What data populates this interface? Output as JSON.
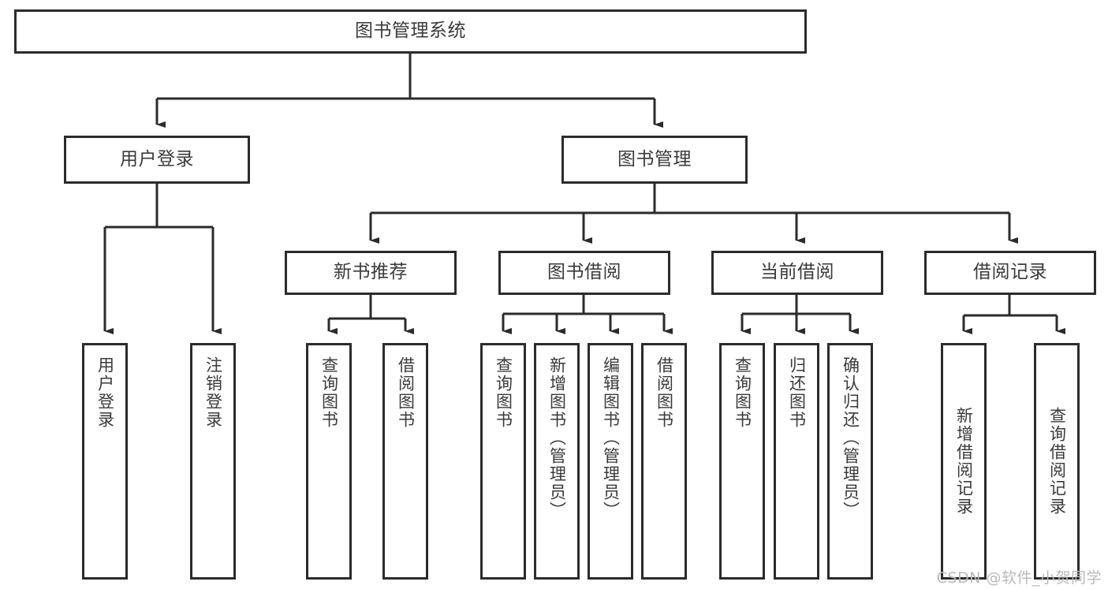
{
  "diagram": {
    "type": "tree",
    "orientation": "top-down",
    "title": "图书管理系统",
    "colors": {
      "stroke": "#2b2b2b",
      "box_fill": "#ffffff",
      "text": "#3a3a3a",
      "background": "#ffffff",
      "watermark": "#b9b9b9"
    },
    "root": {
      "label": "图书管理系统"
    },
    "level2": [
      {
        "label": "用户登录"
      },
      {
        "label": "图书管理"
      }
    ],
    "level3": [
      {
        "label": "新书推荐",
        "parent": "图书管理"
      },
      {
        "label": "图书借阅",
        "parent": "图书管理"
      },
      {
        "label": "当前借阅",
        "parent": "图书管理"
      },
      {
        "label": "借阅记录",
        "parent": "图书管理"
      }
    ],
    "leaves": {
      "user_login": [
        {
          "label": "用户登录"
        },
        {
          "label": "注销登录"
        }
      ],
      "new_book_recommend": [
        {
          "label": "查询图书"
        },
        {
          "label": "借阅图书"
        }
      ],
      "book_borrow": [
        {
          "label": "查询图书"
        },
        {
          "label": "新增图书（管理员）"
        },
        {
          "label": "编辑图书（管理员）"
        },
        {
          "label": "借阅图书"
        }
      ],
      "current_borrow": [
        {
          "label": "查询图书"
        },
        {
          "label": "归还图书"
        },
        {
          "label": "确认归还（管理员）"
        }
      ],
      "borrow_record": [
        {
          "label": "新增借阅记录"
        },
        {
          "label": "查询借阅记录"
        }
      ]
    }
  },
  "watermark": {
    "text": "CSDN @软件_小贺同学"
  }
}
